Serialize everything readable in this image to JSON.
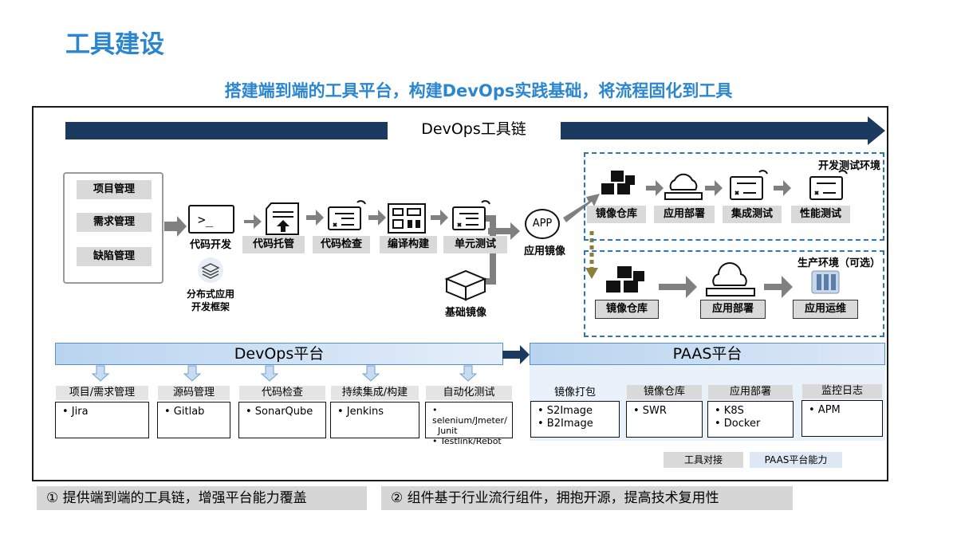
{
  "title": "工具建设",
  "subtitle": "搭建端到端的工具平台，构建DevOps实践基础，将流程固化到工具",
  "toolchain": {
    "label": "DevOps工具链"
  },
  "management": [
    "项目管理",
    "需求管理",
    "缺陷管理"
  ],
  "steps": {
    "dev": "代码开发",
    "framework": "分布式应用\n开发框架",
    "hosting": "代码托管",
    "check": "代码检查",
    "build": "编译构建",
    "unit_test": "单元测试",
    "app_icon": "APP",
    "app_image": "应用镜像",
    "base_image": "基础镜像"
  },
  "dev_env": {
    "title": "开发测试环境",
    "items": [
      "镜像仓库",
      "应用部署",
      "集成测试",
      "性能测试"
    ]
  },
  "prod_env": {
    "title": "生产环境（可选）",
    "items": [
      "镜像仓库",
      "应用部署",
      "应用运维"
    ]
  },
  "devops_platform": {
    "label": "DevOps平台",
    "categories": [
      {
        "name": "项目/需求管理",
        "tools": [
          "• Jira"
        ]
      },
      {
        "name": "源码管理",
        "tools": [
          "• Gitlab"
        ]
      },
      {
        "name": "代码检查",
        "tools": [
          "• SonarQube"
        ]
      },
      {
        "name": "持续集成/构建",
        "tools": [
          "• Jenkins"
        ]
      },
      {
        "name": "自动化测试",
        "tools": [
          "• selenium/Jmeter/",
          "  Junit",
          "• Testlink/Rebot"
        ]
      }
    ]
  },
  "paas_platform": {
    "label": "PAAS平台",
    "categories": [
      {
        "name": "镜像打包",
        "tools": [
          "• S2Image",
          "• B2Image"
        ]
      },
      {
        "name": "镜像仓库",
        "tools": [
          "• SWR"
        ]
      },
      {
        "name": "应用部署",
        "tools": [
          "• K8S",
          "• Docker"
        ]
      },
      {
        "name": "监控日志",
        "tools": [
          "• APM"
        ]
      }
    ]
  },
  "legend": {
    "tool": "工具对接",
    "paas": "PAAS平台能力"
  },
  "notes": [
    "①  提供端到端的工具链，增强平台能力覆盖",
    "②  组件基于行业流行组件，拥抱开源，提高技术复用性"
  ],
  "colors": {
    "accent": "#2b86cf",
    "dark_bar": "#1c3a60",
    "dashed": "#2e75b6",
    "grey_arrow": "#808080",
    "olive_arrow": "#8c7f3a"
  }
}
